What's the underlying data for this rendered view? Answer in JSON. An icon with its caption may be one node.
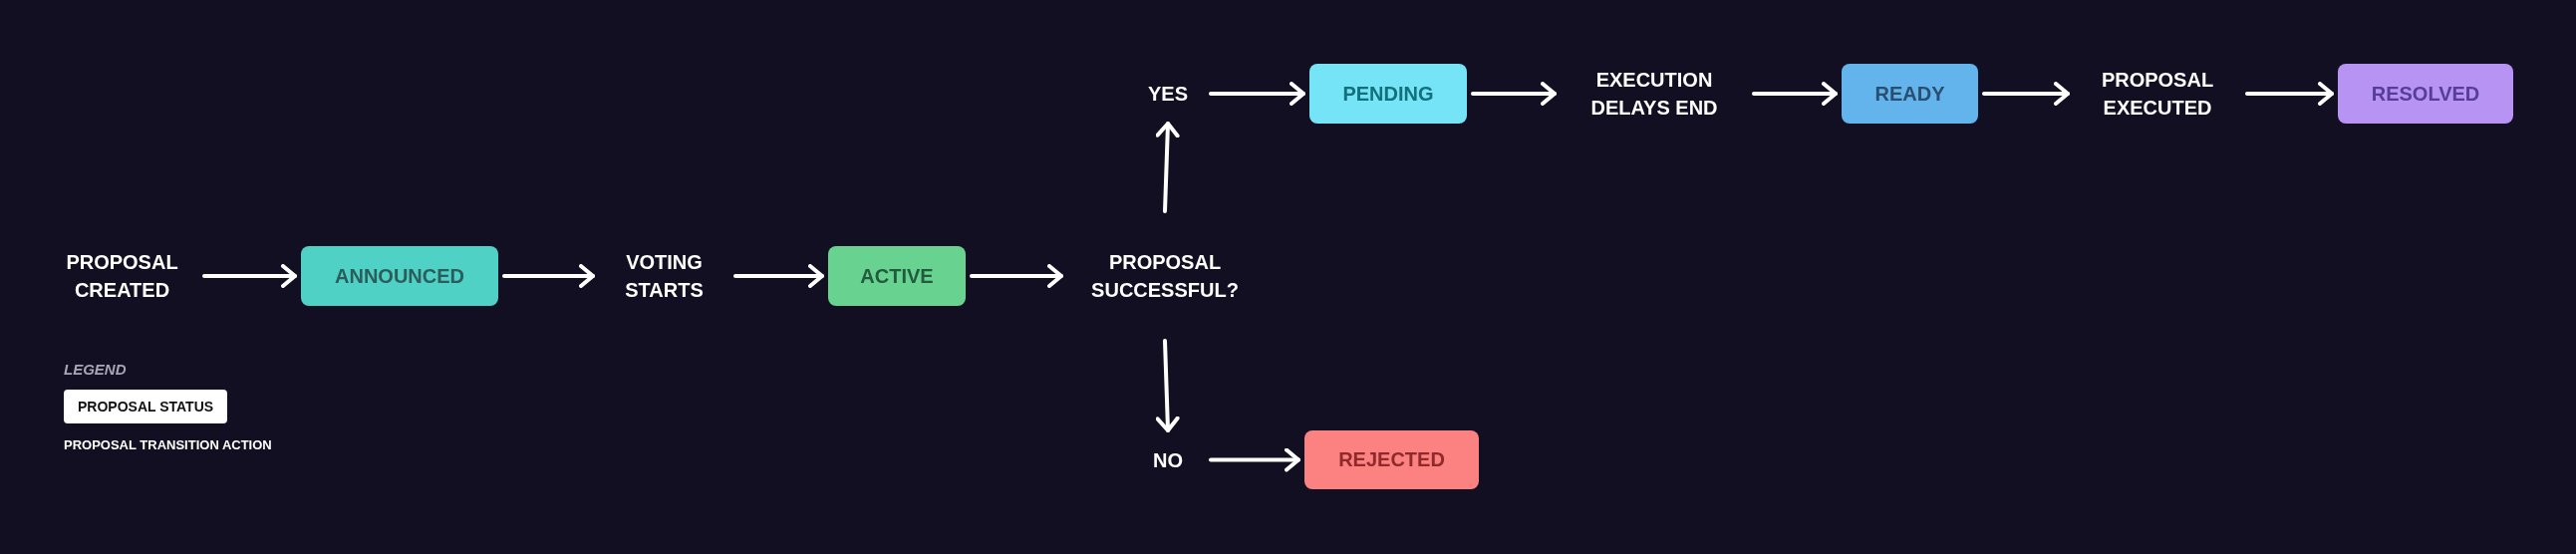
{
  "diagram": {
    "nodes": [
      {
        "text": [
          "PROPOSAL CREATED"
        ]
      },
      {
        "text": [
          "ANNOUNCED"
        ]
      },
      {
        "text": [
          "VOTING STARTS"
        ]
      },
      {
        "text": [
          "ACTIVE"
        ]
      },
      {
        "text": [
          "PROPOSAL SUCCESSFUL?"
        ]
      },
      {
        "text": [
          "YES"
        ]
      },
      {
        "text": [
          "PENDING"
        ]
      },
      {
        "text": [
          "EXECUTION DELAYS END"
        ]
      },
      {
        "text": [
          "READY"
        ]
      },
      {
        "text": [
          "PROPOSAL EXECUTED"
        ]
      },
      {
        "text": [
          "RESOLVED"
        ]
      },
      {
        "text": [
          "NO"
        ]
      },
      {
        "text": [
          "REJECTED"
        ]
      }
    ],
    "edges": [
      {
        "from": 0,
        "to": 1,
        "arrow": "to"
      },
      {
        "from": 1,
        "to": 2,
        "arrow": "to"
      },
      {
        "from": 2,
        "to": 3,
        "arrow": "to"
      },
      {
        "from": 3,
        "to": 4,
        "arrow": "to"
      },
      {
        "from": 4,
        "to": 5,
        "arrow": "to"
      },
      {
        "from": 5,
        "to": 6,
        "arrow": "to"
      },
      {
        "from": 6,
        "to": 7,
        "arrow": "to"
      },
      {
        "from": 7,
        "to": 8,
        "arrow": "to"
      },
      {
        "from": 8,
        "to": 9,
        "arrow": "to"
      },
      {
        "from": 9,
        "to": 10,
        "arrow": "to"
      },
      {
        "from": 4,
        "to": 11,
        "arrow": "to"
      },
      {
        "from": 11,
        "to": 12,
        "arrow": "to"
      }
    ],
    "labels": [
      "LEGEND"
    ],
    "legend": [
      {
        "text": "PROPOSAL STATUS",
        "color": "#ffffff"
      },
      {
        "text": "PROPOSAL TRANSITION ACTION"
      }
    ]
  }
}
